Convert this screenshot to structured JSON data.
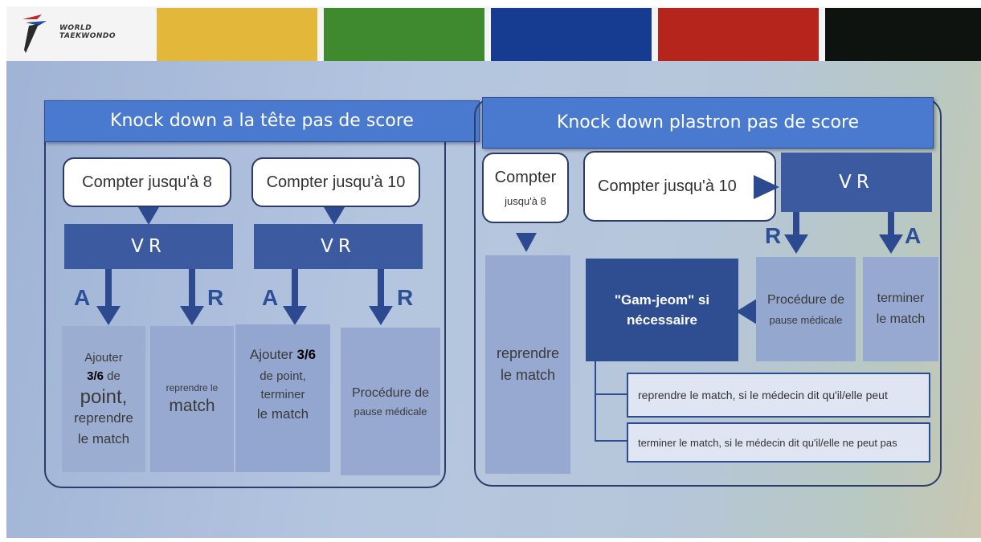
{
  "logo": {
    "line1": "WORLD",
    "line2": "TAEKWONDO"
  },
  "colors": {
    "yellow": "#e3b83a",
    "green": "#3f8a2f",
    "blue": "#163c92",
    "red": "#b5251b",
    "black": "#0e1310",
    "accent": "#4a7ad0",
    "dark_box": "#2f4e92"
  },
  "left": {
    "header": "Knock down a la tête pas de score",
    "count8": "Compter jusqu'à 8",
    "count10": "Compter jusqu'à 10",
    "vr": "VR",
    "labelA": "A",
    "labelR": "R",
    "box1": {
      "l1": "Ajouter",
      "l2": "3/6",
      "l2b": "de",
      "l3": "point,",
      "l4": "reprendre",
      "l5": "le match"
    },
    "box2": {
      "l1": "reprendre le",
      "l2": "match"
    },
    "box3": {
      "l1": "Ajouter",
      "l1b": "3/6",
      "l2": "de point,",
      "l3": "terminer",
      "l4": "le match"
    },
    "box4": {
      "l1": "Procédure de",
      "l2": "pause médicale"
    }
  },
  "right": {
    "header": "Knock down plastron pas de score",
    "count8_l1": "Compter",
    "count8_l2": "jusqu'à 8",
    "count10": "Compter jusqu'à 10",
    "vr": "VR",
    "labelR": "R",
    "labelA": "A",
    "reprendre": {
      "l1": "reprendre",
      "l2": "le match"
    },
    "gamjeom": {
      "l1": "\"Gam-jeom\" si",
      "l2": "nécessaire"
    },
    "pause": {
      "l1": "Procédure de",
      "l2": "pause médicale"
    },
    "terminer": {
      "l1": "terminer",
      "l2": "le match"
    },
    "note1": "reprendre le match, si le médecin dit qu'il/elle peut",
    "note2": "terminer le match, si le médecin dit qu'il/elle ne peut pas"
  }
}
